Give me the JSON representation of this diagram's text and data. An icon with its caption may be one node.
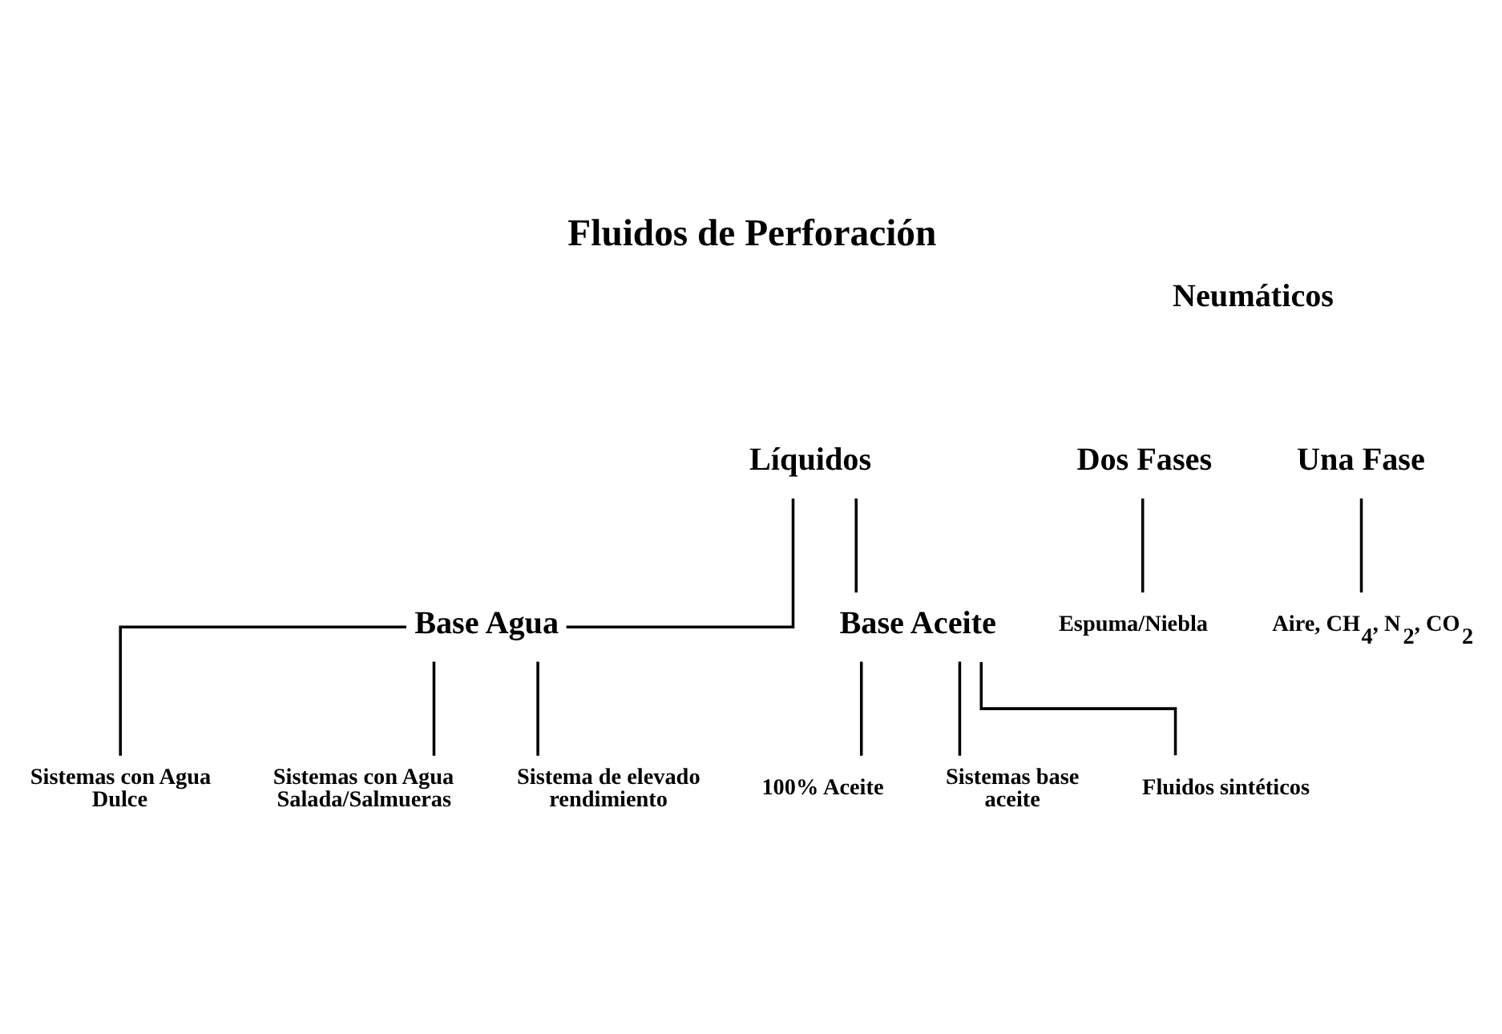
{
  "diagram": {
    "title": "Fluidos de Perforación",
    "nodes": [
      {
        "text": [
          "Líquidos"
        ]
      },
      {
        "text": [
          "Dos Fases"
        ]
      },
      {
        "text": [
          "Espuma/Niebla"
        ]
      },
      {
        "text": [
          "Una Fase"
        ]
      },
      {
        "text": [
          "Aire, CH$_{4}$, N$_{2}$, CO$_{2}$"
        ]
      },
      {
        "text": [
          "Base Agua"
        ]
      },
      {
        "text": [
          "Base Aceite"
        ]
      },
      {
        "text": [
          "Sistemas con Agua Dulce"
        ]
      },
      {
        "text": [
          "Sistemas con Agua Salada/Salmueras"
        ]
      },
      {
        "text": [
          "Sistema de elevado rendimiento"
        ]
      },
      {
        "text": [
          "100% Aceite"
        ]
      },
      {
        "text": [
          "Sistemas base aceite"
        ]
      },
      {
        "text": [
          "Fluidos sintéticos"
        ]
      }
    ],
    "edges": [
      {
        "from": 1,
        "to": 2,
        "arrow": "none"
      },
      {
        "from": 3,
        "to": 4,
        "arrow": "none"
      },
      {
        "from": 0,
        "to": 5,
        "arrow": "none"
      },
      {
        "from": 0,
        "to": 6,
        "arrow": "none"
      },
      {
        "from": 5,
        "to": 7,
        "arrow": "none"
      },
      {
        "from": 5,
        "to": 8,
        "arrow": "none"
      },
      {
        "from": 5,
        "to": 9,
        "arrow": "none"
      },
      {
        "from": 6,
        "to": 10,
        "arrow": "none"
      },
      {
        "from": 6,
        "to": 11,
        "arrow": "none"
      },
      {
        "from": 6,
        "to": 12,
        "arrow": "none"
      }
    ],
    "labels": [
      "Neumáticos"
    ]
  }
}
